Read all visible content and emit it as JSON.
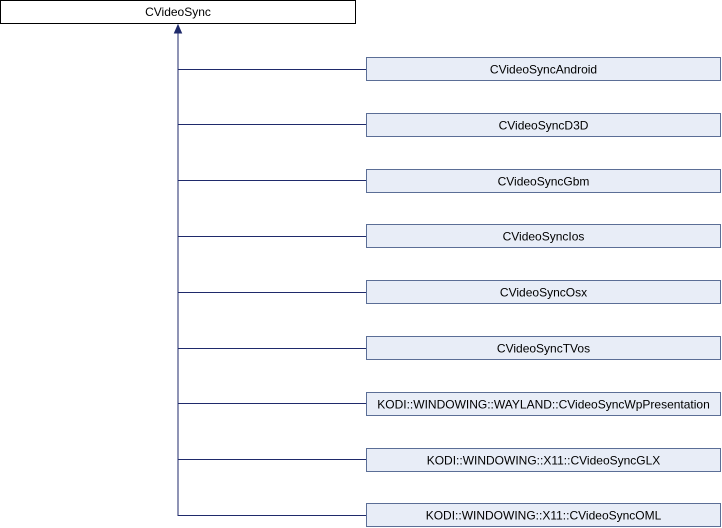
{
  "diagram": {
    "type": "inheritance",
    "base_class": {
      "name": "CVideoSync"
    },
    "derived_classes": [
      {
        "name": "CVideoSyncAndroid"
      },
      {
        "name": "CVideoSyncD3D"
      },
      {
        "name": "CVideoSyncGbm"
      },
      {
        "name": "CVideoSyncIos"
      },
      {
        "name": "CVideoSyncOsx"
      },
      {
        "name": "CVideoSyncTVos"
      },
      {
        "name": "KODI::WINDOWING::WAYLAND::CVideoSyncWpPresentation"
      },
      {
        "name": "KODI::WINDOWING::X11::CVideoSyncGLX"
      },
      {
        "name": "KODI::WINDOWING::X11::CVideoSyncOML"
      }
    ],
    "colors": {
      "base_fill": "#ffffff",
      "base_stroke": "#000000",
      "derived_fill": "#e8edf7",
      "derived_stroke": "#5b6e96",
      "edge": "#1f2a6b"
    }
  }
}
